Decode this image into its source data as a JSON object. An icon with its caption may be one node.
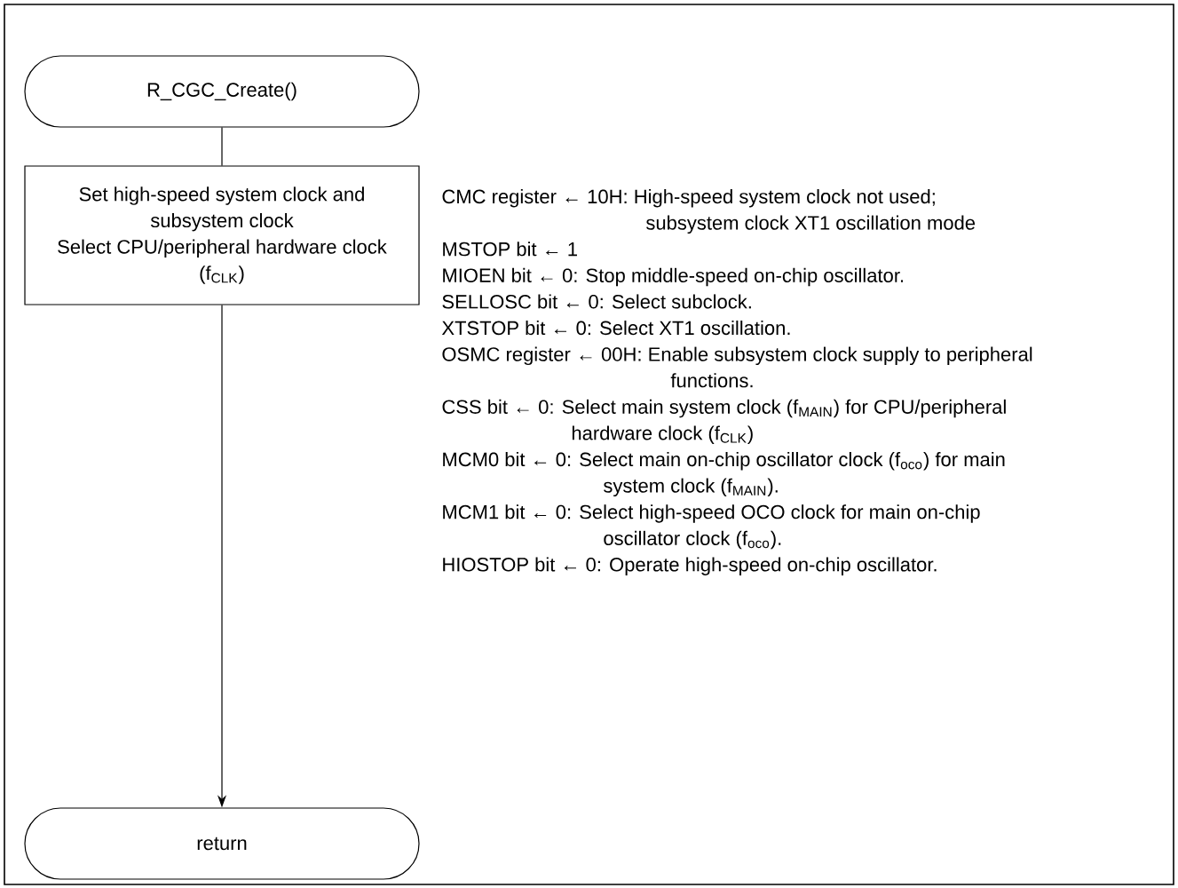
{
  "diagram": {
    "nodes": [
      {
        "text": [
          "R_CGC_Create()"
        ]
      },
      {
        "text": [
          "Set high-speed system clock and subsystem clock",
          "Select CPU/peripheral hardware clock (f$_{CLK}$)"
        ],
        "beside": [
          "CMC register ← 10H: High-speed system clock not used; subsystem clock XT1 oscillation mode",
          "MSTOP bit ← 1",
          "MIOEN bit ← 0: Stop middle-speed on-chip oscillator.",
          "SELLOSC bit ← 0: Select subclock.",
          "XTSTOP bit ← 0: Select XT1 oscillation.",
          "OSMC register ← 00H: Enable subsystem clock supply to peripheral functions.",
          "CSS bit ← 0: Select main system clock (f$_{MAIN}$) for CPU/peripheral hardware clock (f$_{CLK}$)",
          "MCM0 bit ← 0: Select main on-chip oscillator clock (f$_{oco}$) for main system clock (f$_{MAIN}$).",
          "MCM1 bit ← 0: Select high-speed OCO clock for main on-chip oscillator clock (f$_{oco}$).",
          "HIOSTOP bit ← 0: Operate high-speed on-chip oscillator."
        ]
      },
      {
        "text": [
          "return"
        ]
      }
    ],
    "edges": [
      {
        "from": 0,
        "to": 1,
        "arrow": "none"
      },
      {
        "from": 1,
        "to": 2,
        "arrow": "to"
      }
    ]
  }
}
